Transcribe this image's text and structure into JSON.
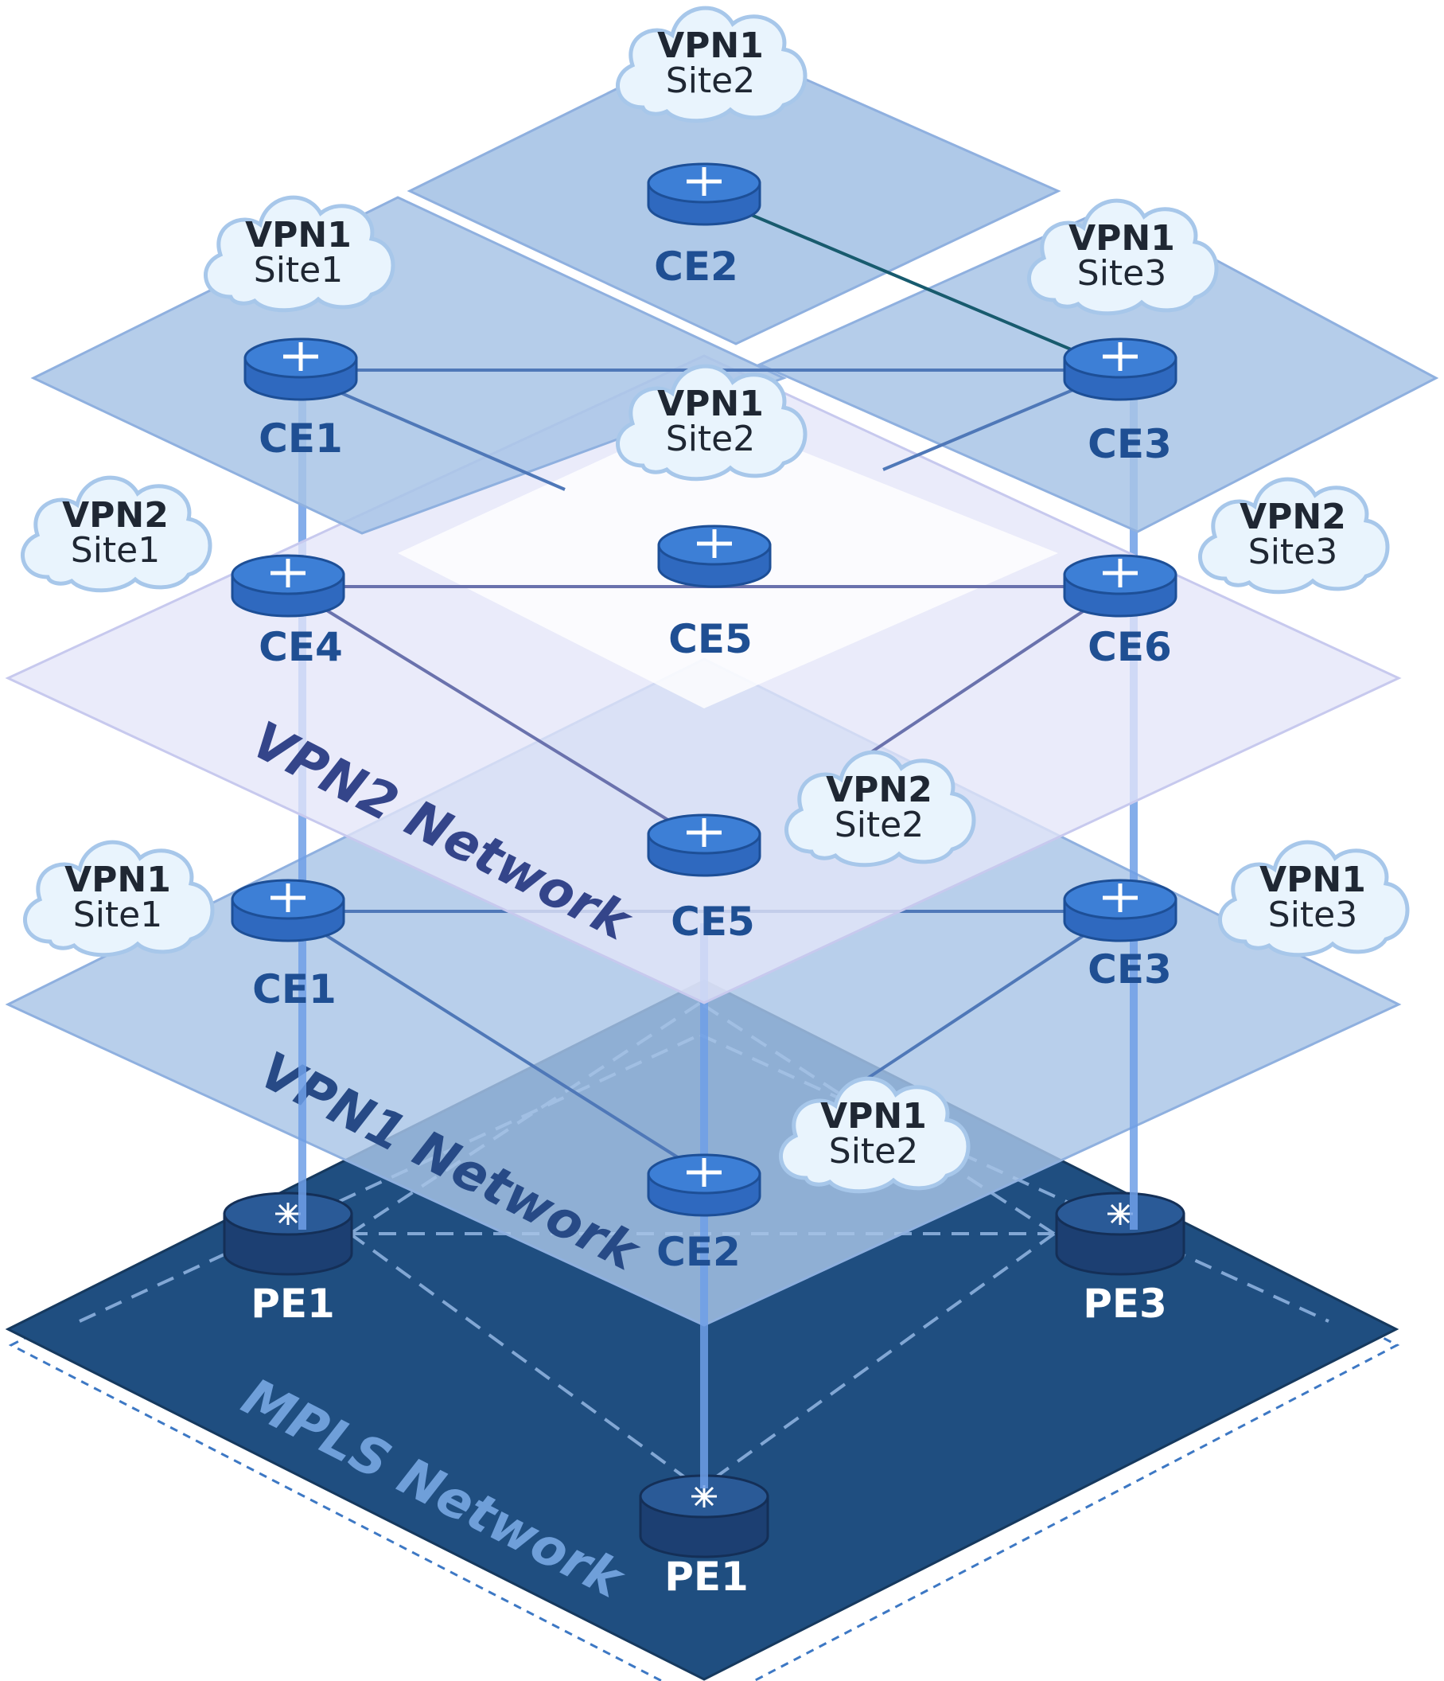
{
  "layers": {
    "mpls": {
      "label": "MPLS Network",
      "fill": "#1f4e80",
      "label_color": "#6f9fd9"
    },
    "vpn1": {
      "label": "VPN1 Network",
      "fill": "#a8c4e6",
      "label_color": "#274a86"
    },
    "vpn2": {
      "label": "VPN2 Network",
      "fill": "#e4e6f8",
      "label_color": "#34458a"
    }
  },
  "routers": {
    "top_ce2": "CE2",
    "top_ce1": "CE1",
    "top_ce3": "CE3",
    "vpn2_ce4": "CE4",
    "vpn2_ce5_top": "CE5",
    "vpn2_ce6": "CE6",
    "vpn2_ce5": "CE5",
    "vpn1_ce1": "CE1",
    "vpn1_ce3": "CE3",
    "vpn1_ce2": "CE2",
    "pe1_left": "PE1",
    "pe3": "PE3",
    "pe1_bottom": "PE1"
  },
  "clouds": {
    "top_vpn1_site2": {
      "title": "VPN1",
      "site": "Site2"
    },
    "top_vpn1_site1": {
      "title": "VPN1",
      "site": "Site1"
    },
    "top_vpn1_site3": {
      "title": "VPN1",
      "site": "Site3"
    },
    "mid_vpn1_site2": {
      "title": "VPN1",
      "site": "Site2"
    },
    "vpn2_site1": {
      "title": "VPN2",
      "site": "Site1"
    },
    "vpn2_site3": {
      "title": "VPN2",
      "site": "Site3"
    },
    "vpn2_site2": {
      "title": "VPN2",
      "site": "Site2"
    },
    "vpn1_site1": {
      "title": "VPN1",
      "site": "Site1"
    },
    "vpn1_site3": {
      "title": "VPN1",
      "site": "Site3"
    },
    "vpn1_site2": {
      "title": "VPN1",
      "site": "Site2"
    }
  },
  "colors": {
    "router_top": "#3d7fd6",
    "router_side": "#2f69bf",
    "pe_top": "#2a5a97",
    "pe_side": "#1c3f72",
    "link": "#4f78b8",
    "uplink": "#6f9fe6",
    "cloud_fill": "#e9f4fd",
    "cloud_stroke": "#a7c7ea"
  }
}
